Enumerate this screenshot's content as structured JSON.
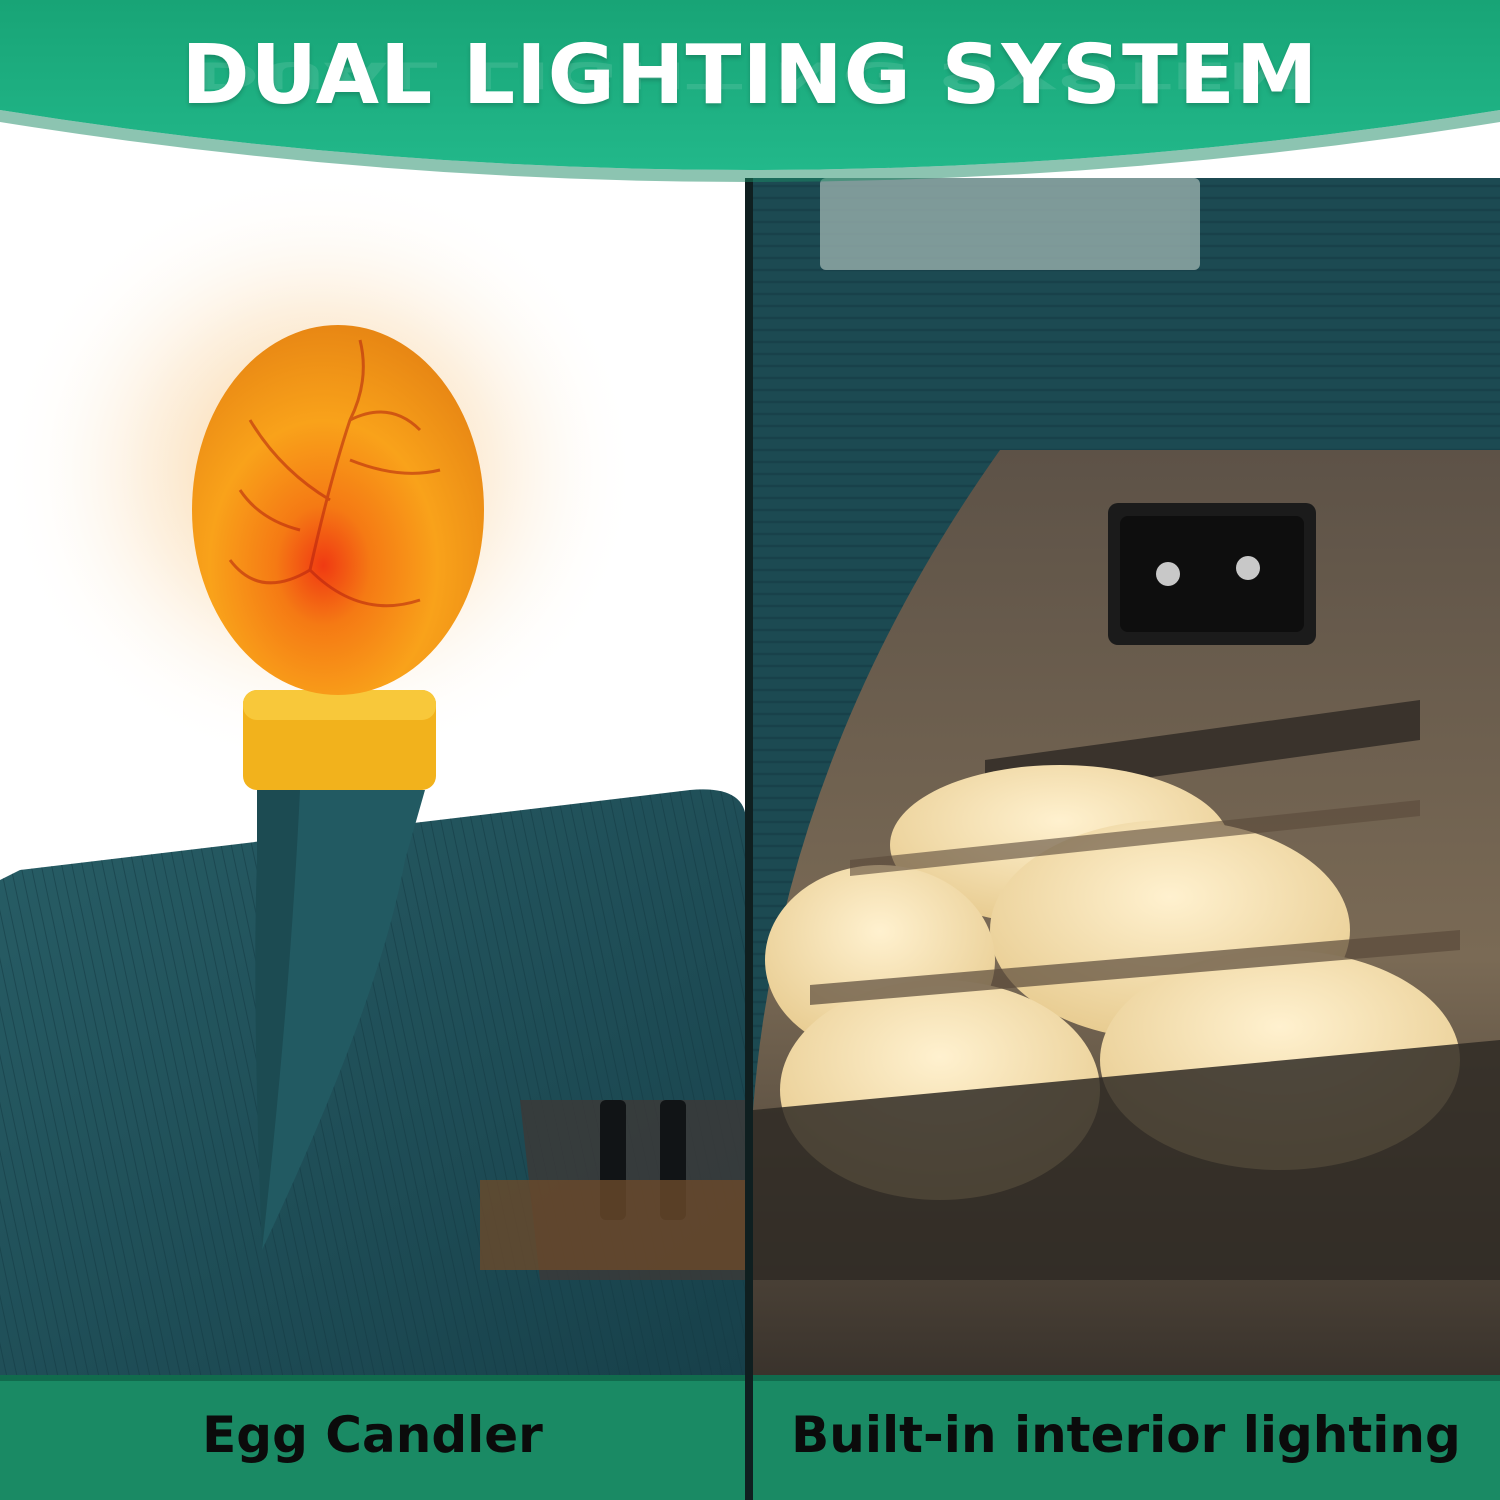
{
  "banner": {
    "title": "DUAL LIGHTING SYSTEM"
  },
  "panels": [
    {
      "caption": "Egg Candler"
    },
    {
      "caption": "Built-in interior lighting"
    }
  ],
  "colors": {
    "banner_green": "#1f9e73",
    "caption_green": "#1a8a64",
    "product_teal": "#1f4f57",
    "egg_glow": "#f7a21a",
    "candler_ring": "#f2b21c"
  }
}
